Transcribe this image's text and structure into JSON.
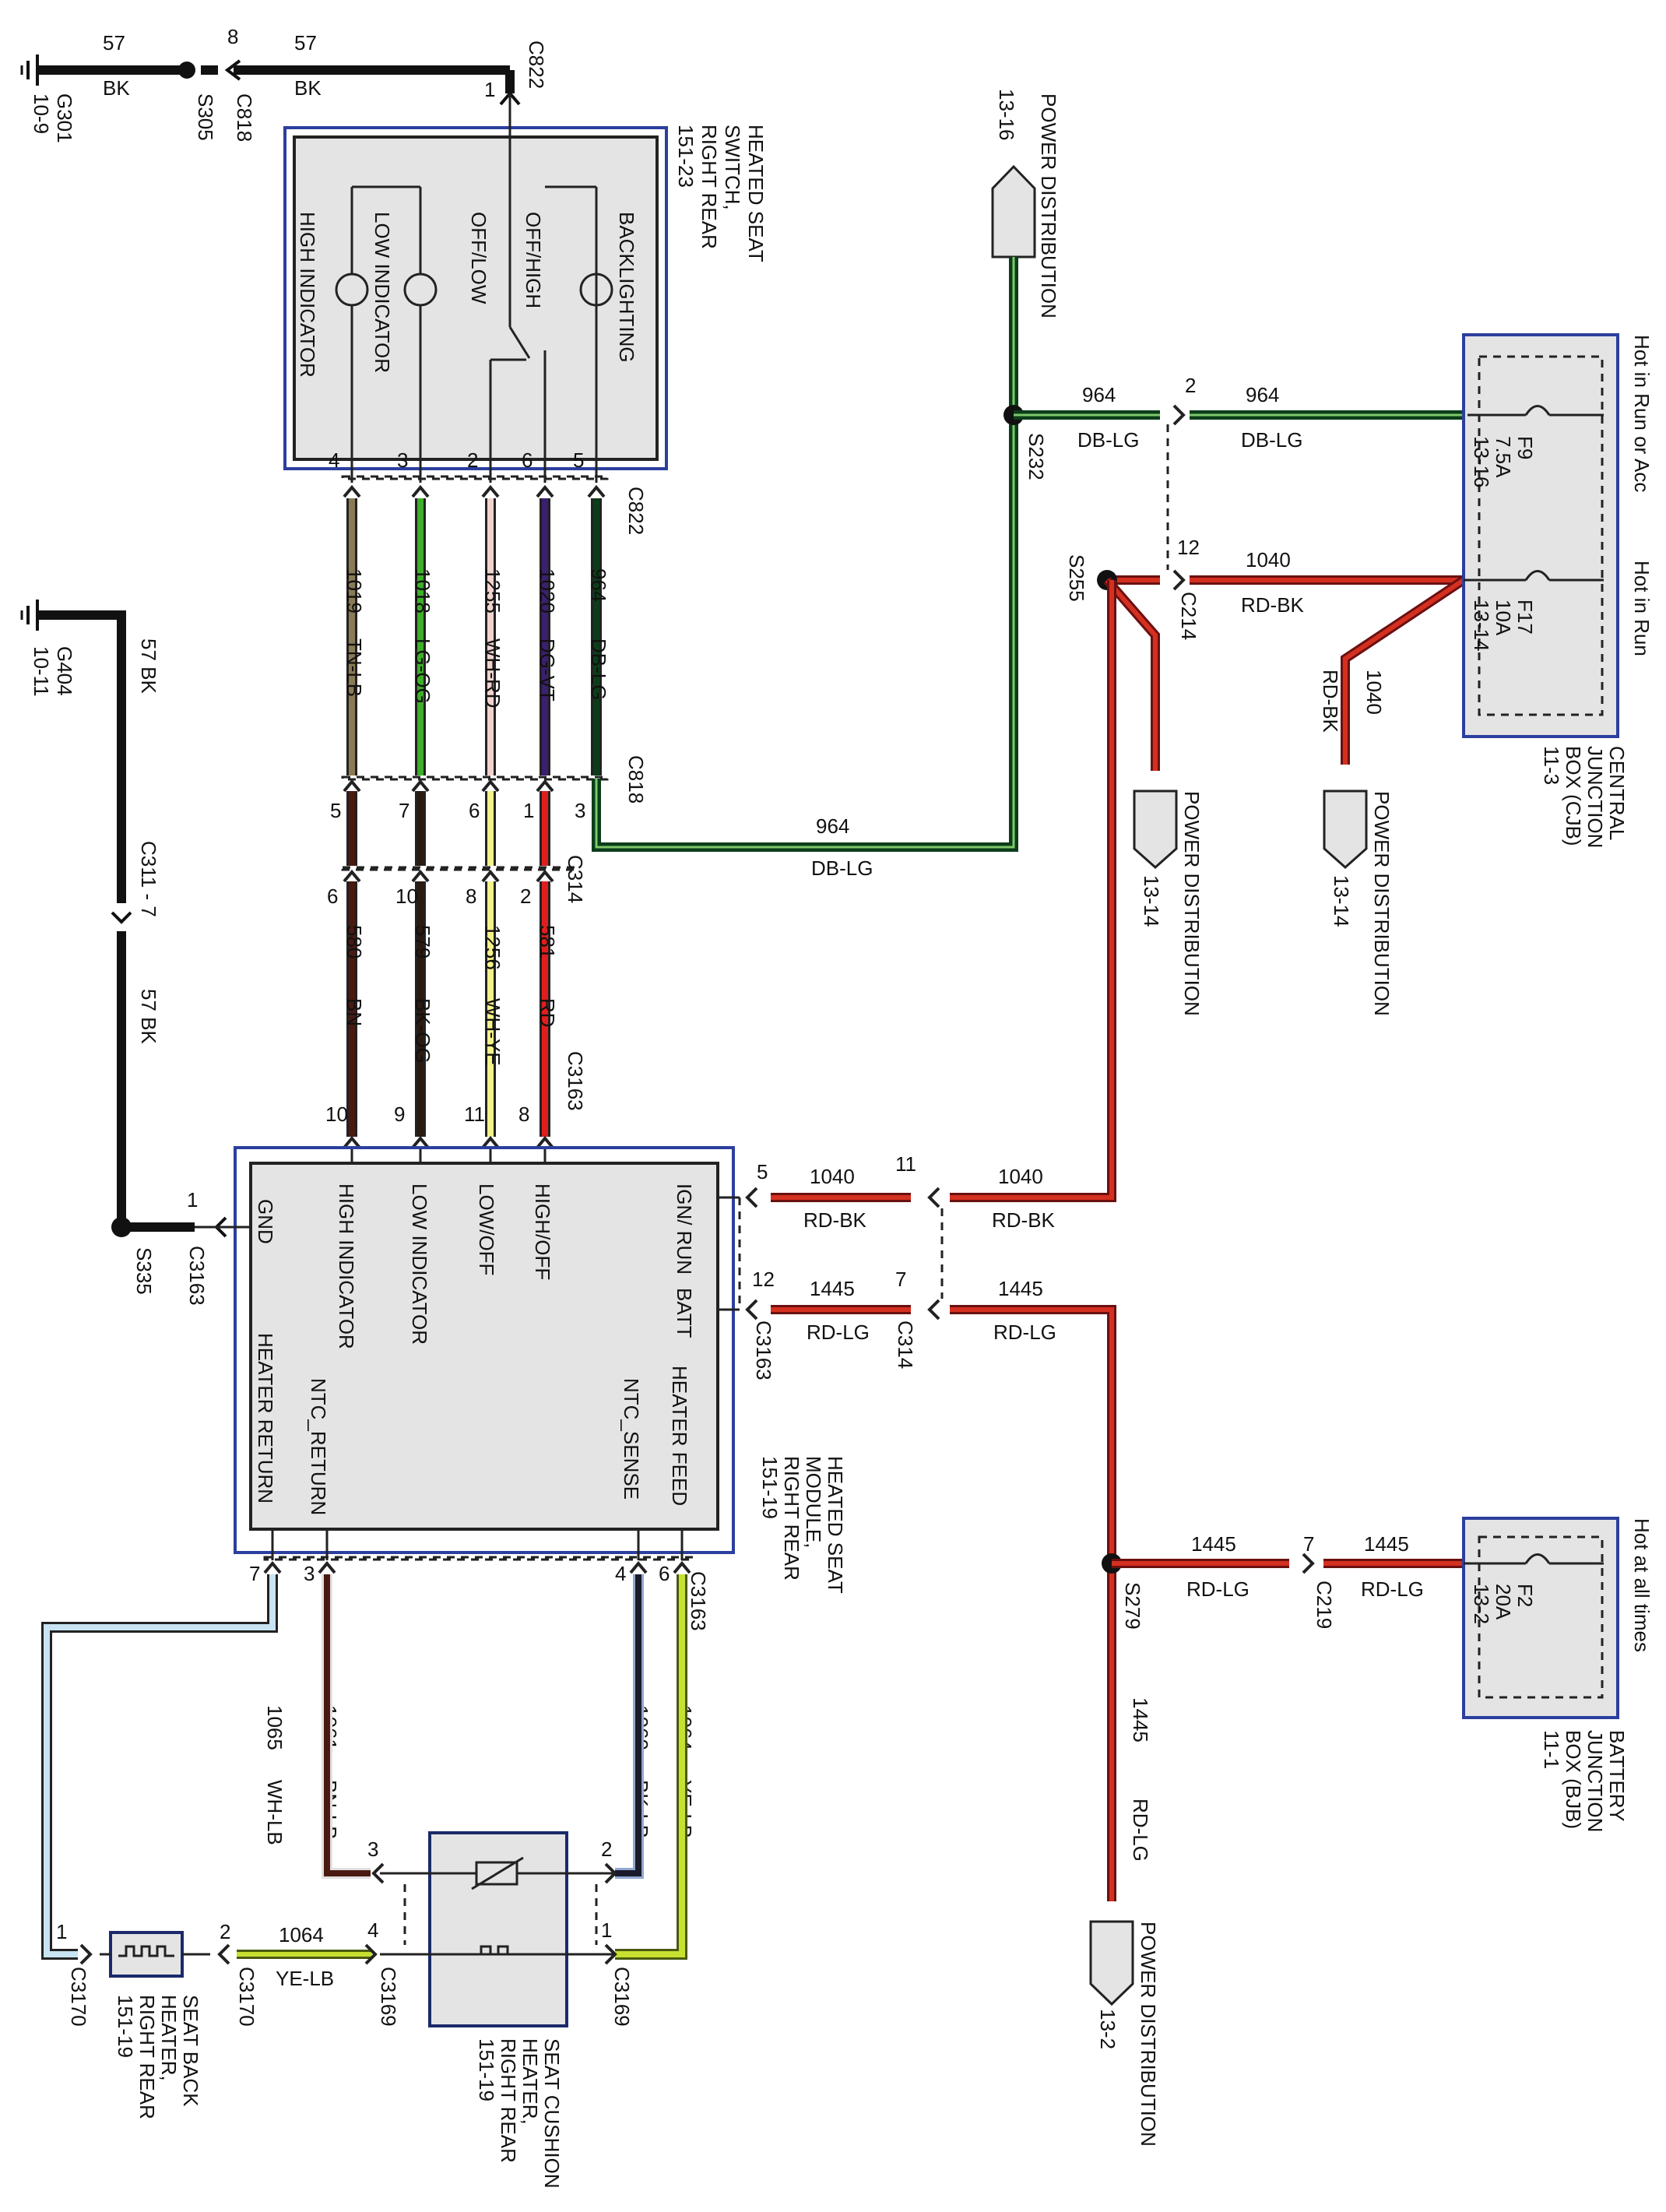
{
  "diagram": {
    "ground_g301": {
      "ref": "G301",
      "page": "10-9"
    },
    "ground_g404": {
      "ref": "G404",
      "page": "10-11"
    },
    "splices": {
      "s305": "S305",
      "s335": "S335",
      "s232": "S232",
      "s255": "S255",
      "s279": "S279"
    },
    "connectors": {
      "c818": "C818",
      "c822": "C822",
      "c314": "C314",
      "c3163": "C3163",
      "c214": "C214",
      "c219": "C219",
      "c311_7": "C311 - 7",
      "c3169": "C3169",
      "c3170": "C3170"
    },
    "top_ground_wires": {
      "circuit": "57",
      "color": "BK",
      "pin_c818": "8",
      "pin_c822": "1"
    },
    "left_ground_wire": {
      "circuit_color": "57   BK"
    },
    "heated_seat_switch": {
      "title": [
        "HEATED SEAT",
        "SWITCH,",
        "RIGHT REAR",
        "151-23"
      ],
      "labels": {
        "backlighting": "BACKLIGHTING",
        "off_high": "OFF/HIGH",
        "off_low": "OFF/LOW",
        "low_indicator": "LOW INDICATOR",
        "high_indicator": "HIGH INDICATOR"
      }
    },
    "switch_wires": [
      {
        "pin_top": "5",
        "circuit": "964",
        "color": "DB-LG",
        "pin_bottom": "3"
      },
      {
        "pin_top": "6",
        "circuit": "1020",
        "color": "DG-VT",
        "pin_bottom": "1"
      },
      {
        "pin_top": "2",
        "circuit": "1255",
        "color": "WH-RD",
        "pin_bottom": "6"
      },
      {
        "pin_top": "3",
        "circuit": "1018",
        "color": "LG-OG",
        "pin_bottom": "7"
      },
      {
        "pin_top": "4",
        "circuit": "1019",
        "color": "TN-LB",
        "pin_bottom": "5"
      }
    ],
    "module_wires": [
      {
        "pin_top": "2",
        "circuit": "581",
        "color": "RD",
        "pin_bottom": "8"
      },
      {
        "pin_top": "8",
        "circuit": "1256",
        "color": "WH-YE",
        "pin_bottom": "11"
      },
      {
        "pin_top": "10",
        "circuit": "579",
        "color": "BK-OG",
        "pin_bottom": "9"
      },
      {
        "pin_top": "6",
        "circuit": "580",
        "color": "BN",
        "pin_bottom": "10"
      }
    ],
    "power_distribution": {
      "label": "POWER DISTRIBUTION",
      "p1": "13-16",
      "p2": "13-14",
      "p3": "13-14",
      "p4": "13-2"
    },
    "cjb": {
      "title": [
        "CENTRAL",
        "JUNCTION",
        "BOX (CJB)",
        "11-3"
      ],
      "hot_run_acc": "Hot in Run or Acc",
      "hot_run": "Hot in Run",
      "f9": {
        "name": "F9",
        "amp": "7.5A",
        "page": "13-16"
      },
      "f17": {
        "name": "F17",
        "amp": "10A",
        "page": "13-14"
      }
    },
    "bjb": {
      "title": [
        "BATTERY",
        "JUNCTION",
        "BOX (BJB)",
        "11-1"
      ],
      "hot_always": "Hot at all times",
      "f2": {
        "name": "F2",
        "amp": "20A",
        "page": "13-2"
      }
    },
    "feed_964": {
      "circuit": "964",
      "color": "DB-LG",
      "pin_c214": "2"
    },
    "feed_1040": {
      "circuit": "1040",
      "color": "RD-BK",
      "pin_c214": "12",
      "pin_c314": "11",
      "pin_c3163": "5"
    },
    "feed_1445": {
      "circuit": "1445",
      "color": "RD-LG",
      "pin_c219": "7",
      "pin_c314": "7",
      "pin_c3163": "12"
    },
    "module": {
      "title": [
        "HEATED SEAT",
        "MODULE,",
        "RIGHT REAR",
        "151-19"
      ],
      "ign_run": "IGN/\nRUN",
      "batt": "BATT",
      "gnd": "GND",
      "high_indicator": "HIGH INDICATOR",
      "low_indicator": "LOW INDICATOR",
      "low_off": "LOW/OFF",
      "high_off": "HIGH/OFF",
      "heater_return": "HEATER RETURN",
      "ntc_return": "NTC_RETURN",
      "ntc_sense": "NTC_SENSE",
      "heater_feed": "HEATER FEED",
      "pin_gnd": "1"
    },
    "heater_wires": [
      {
        "pin": "7",
        "circuit": "1065",
        "color": "WH-LB"
      },
      {
        "pin": "3",
        "circuit": "1061",
        "color": "BN-LB"
      },
      {
        "pin": "4",
        "circuit": "1060",
        "color": "BK-LB"
      },
      {
        "pin": "6",
        "circuit": "1064",
        "color": "YE-LB"
      }
    ],
    "cushion_heater": {
      "title": [
        "SEAT CUSHION",
        "HEATER,",
        "RIGHT REAR",
        "151-19"
      ],
      "pins": [
        "3",
        "2",
        "4",
        "1"
      ]
    },
    "back_heater": {
      "title": [
        "SEAT BACK",
        "HEATER,",
        "RIGHT REAR",
        "151-19"
      ],
      "pin_c3170a": "1",
      "pin_c3170b": "2"
    },
    "link_1064": {
      "circuit": "1064",
      "color": "YE-LB"
    },
    "wire_colors": {
      "BK": "#111111",
      "DB-LG": "#0b3d1a",
      "RD-BK": "#c0281c",
      "RD-LG": "#c0281c",
      "TN-LB": "#8a7a55",
      "LG-OG": "#3fae2a",
      "WH-RD": "#f1d2cf",
      "DG-VT": "#3a2070",
      "RD": "#e01e1e",
      "WH-YE": "#f2f28a",
      "BK-OG": "#2a1a10",
      "BN": "#4a1a10",
      "WH-LB": "#c8e4f2",
      "BN-LB": "#4a1a10",
      "BK-LB": "#1a1a2a",
      "YE-LB": "#b8d62a"
    }
  }
}
